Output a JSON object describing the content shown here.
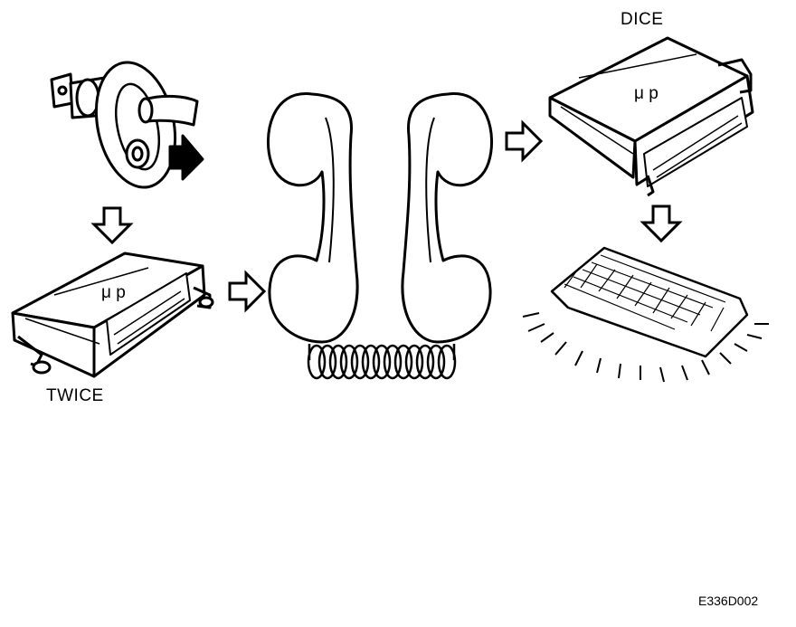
{
  "labels": {
    "dice": "DICE",
    "twice": "TWICE",
    "figure_code": "E336D002",
    "microprocessor": "μ p"
  },
  "colors": {
    "ink": "#000000",
    "paper": "#ffffff"
  },
  "icons": [
    "door-switch-icon",
    "arrow-right-icon",
    "arrow-down-icon",
    "control-module-twice-icon",
    "telephone-handset-left-icon",
    "telephone-handset-right-icon",
    "coiled-cord-icon",
    "control-module-dice-icon",
    "courtesy-light-icon"
  ]
}
